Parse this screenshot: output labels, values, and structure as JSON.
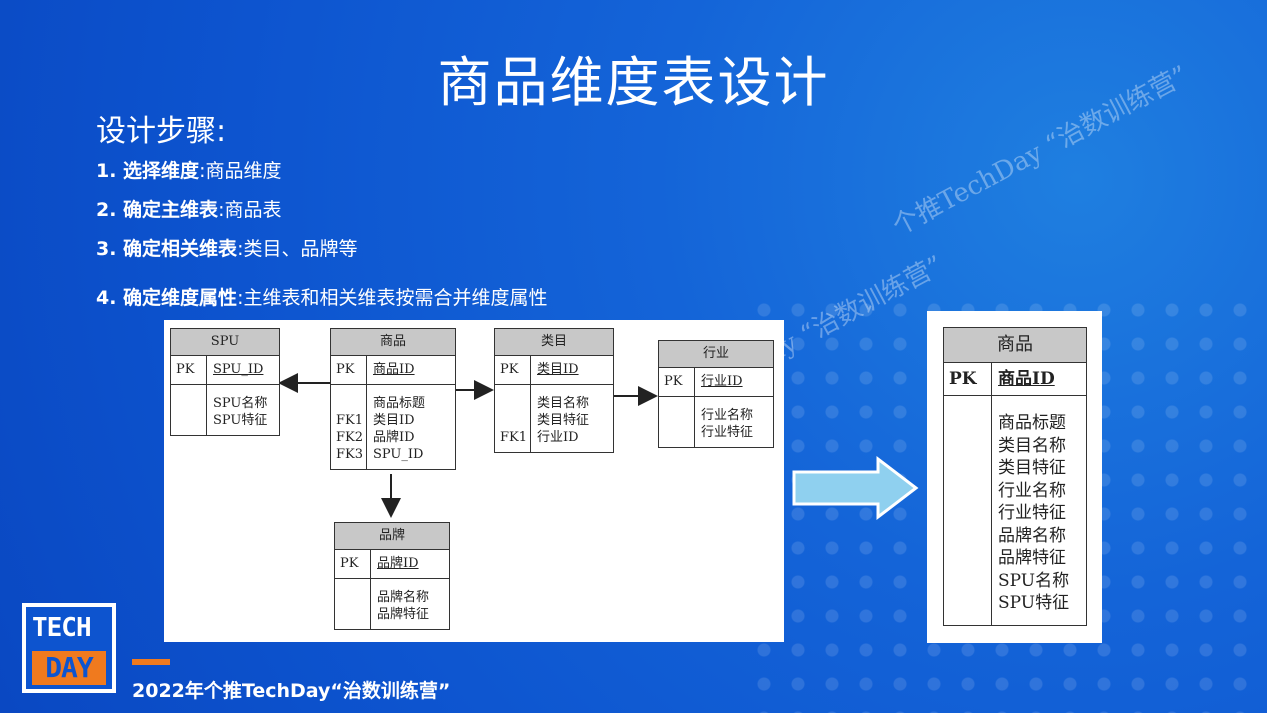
{
  "slide": {
    "title": "商品维度表设计",
    "subtitle": "设计步骤:",
    "steps": [
      {
        "label": "1. 选择维度",
        "text": ":商品维度"
      },
      {
        "label": "2. 确定主维表",
        "text": ":商品表"
      },
      {
        "label": "3. 确定相关维表",
        "text": ":类目、品牌等"
      },
      {
        "label": "4. 确定维度属性",
        "text": ":主维表和相关维表按需合并维度属性"
      }
    ]
  },
  "watermark": "个推TechDay “治数训练营”",
  "diagram": {
    "entities": {
      "spu": {
        "title": "SPU",
        "pk_key": "PK",
        "pk": "SPU_ID",
        "fk_keys": [],
        "attrs": [
          "SPU名称",
          "SPU特征"
        ]
      },
      "product": {
        "title": "商品",
        "pk_key": "PK",
        "pk": "商品ID",
        "fk_keys": [
          "FK1",
          "FK2",
          "FK3"
        ],
        "attrs": [
          "商品标题",
          "类目ID",
          "品牌ID",
          "SPU_ID"
        ]
      },
      "category": {
        "title": "类目",
        "pk_key": "PK",
        "pk": "类目ID",
        "fk_keys": [
          "FK1"
        ],
        "attrs": [
          "类目名称",
          "类目特征",
          "行业ID"
        ]
      },
      "industry": {
        "title": "行业",
        "pk_key": "PK",
        "pk": "行业ID",
        "fk_keys": [],
        "attrs": [
          "行业名称",
          "行业特征"
        ]
      },
      "brand": {
        "title": "品牌",
        "pk_key": "PK",
        "pk": "品牌ID",
        "fk_keys": [],
        "attrs": [
          "品牌名称",
          "品牌特征"
        ]
      }
    },
    "merged": {
      "title": "商品",
      "pk_key": "PK",
      "pk": "商品ID",
      "attrs": [
        "商品标题",
        "类目名称",
        "类目特征",
        "行业名称",
        "行业特征",
        "品牌名称",
        "品牌特征",
        "SPU名称",
        "SPU特征"
      ]
    }
  },
  "logo": {
    "line1": "TECH",
    "line2": "DAY"
  },
  "footer": "2022年个推TechDay“治数训练营”",
  "colors": {
    "background": "#0d54cf",
    "accent": "#f07a1e",
    "header_gray": "#c8c8c8",
    "arrow_fill": "#8fd0ef"
  }
}
